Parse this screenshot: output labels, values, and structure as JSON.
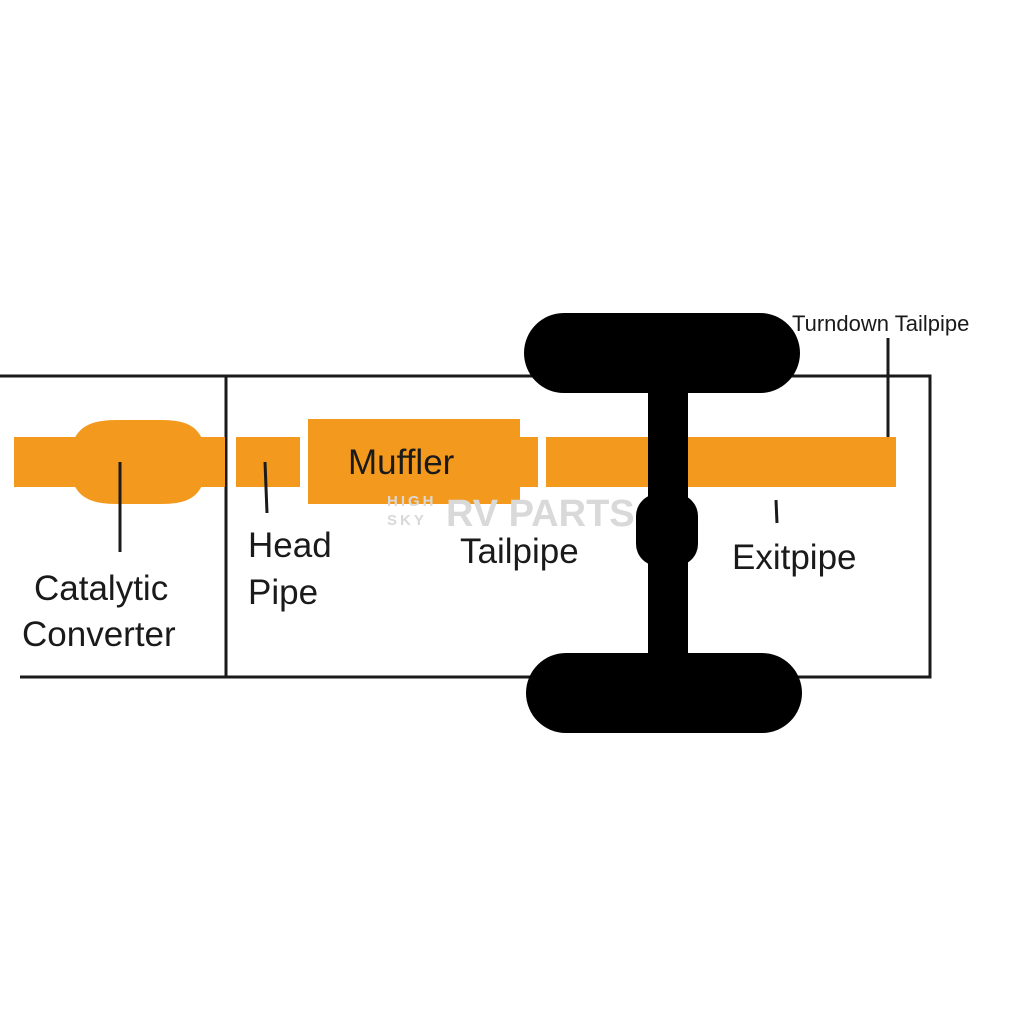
{
  "diagram": {
    "labels": {
      "muffler": "Muffler",
      "turndown_tailpipe": "Turndown Tailpipe",
      "catalytic_line1": "Catalytic",
      "catalytic_line2": "Converter",
      "head_line1": "Head",
      "head_line2": "Pipe",
      "tailpipe": "Tailpipe",
      "exitpipe": "Exitpipe"
    },
    "watermark": {
      "small_top": "HIGH",
      "small_bottom": "SKY",
      "brand": "RV PARTS"
    },
    "colors": {
      "pipe": "#F39A1E",
      "axle": "#000000",
      "frame": "#1a1a1a",
      "watermark": "#d9d9d9"
    }
  }
}
